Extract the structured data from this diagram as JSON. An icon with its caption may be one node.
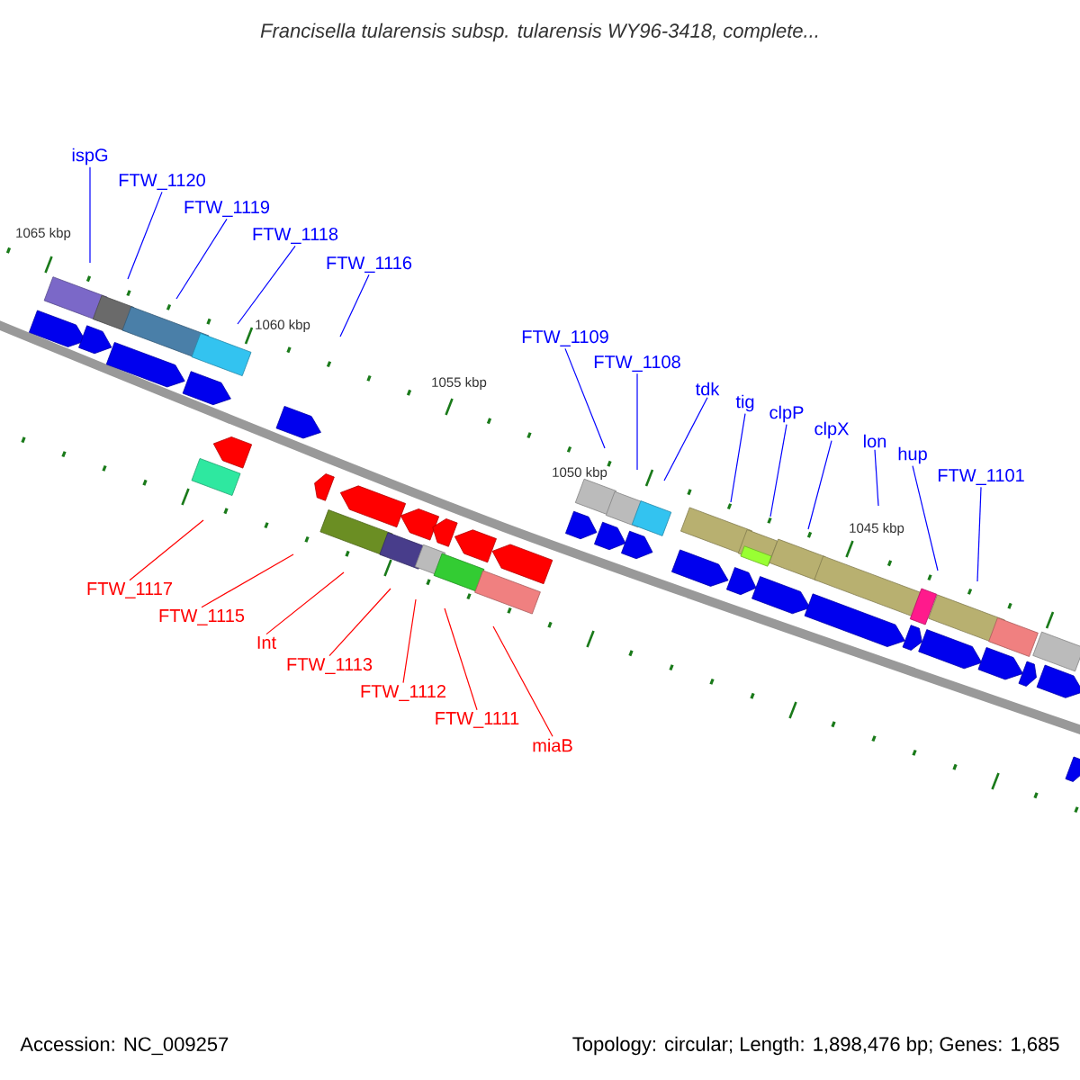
{
  "diagram": {
    "title": "Francisella tularensis subsp. tularensis WY96-3418, complete...",
    "nodes": [
      {
        "text": [
          "ispG"
        ]
      },
      {
        "text": [
          "FTW_1120"
        ]
      },
      {
        "text": [
          "FTW_1119"
        ]
      },
      {
        "text": [
          "FTW_1118"
        ]
      },
      {
        "text": [
          "FTW_1116"
        ]
      },
      {
        "text": [
          "FTW_1109"
        ]
      },
      {
        "text": [
          "FTW_1108"
        ]
      },
      {
        "text": [
          "tdk"
        ]
      },
      {
        "text": [
          "tig"
        ]
      },
      {
        "text": [
          "clpP"
        ]
      },
      {
        "text": [
          "clpX"
        ]
      },
      {
        "text": [
          "lon"
        ]
      },
      {
        "text": [
          "hup"
        ]
      },
      {
        "text": [
          "FTW_1101"
        ]
      },
      {
        "text": [
          "FTW_1117"
        ]
      },
      {
        "text": [
          "FTW_1115"
        ]
      },
      {
        "text": [
          "Int"
        ]
      },
      {
        "text": [
          "FTW_1113"
        ]
      },
      {
        "text": [
          "FTW_1112"
        ]
      },
      {
        "text": [
          "FTW_1111"
        ]
      },
      {
        "text": [
          "miaB"
        ]
      }
    ],
    "edges": [
      {
        "from": 0,
        "to": null,
        "arrow": "none"
      },
      {
        "from": 1,
        "to": null,
        "arrow": "none"
      },
      {
        "from": 2,
        "to": null,
        "arrow": "none"
      },
      {
        "from": 3,
        "to": null,
        "arrow": "none"
      },
      {
        "from": 4,
        "to": null,
        "arrow": "none"
      },
      {
        "from": 5,
        "to": null,
        "arrow": "none"
      },
      {
        "from": 6,
        "to": null,
        "arrow": "none"
      },
      {
        "from": 7,
        "to": null,
        "arrow": "none"
      },
      {
        "from": 8,
        "to": null,
        "arrow": "none"
      },
      {
        "from": 9,
        "to": null,
        "arrow": "none"
      },
      {
        "from": 10,
        "to": null,
        "arrow": "none"
      },
      {
        "from": 11,
        "to": null,
        "arrow": "none"
      },
      {
        "from": 12,
        "to": null,
        "arrow": "none"
      },
      {
        "from": 13,
        "to": null,
        "arrow": "none"
      },
      {
        "from": 14,
        "to": null,
        "arrow": "none",
        "color": "#ff0000"
      },
      {
        "from": 15,
        "to": null,
        "arrow": "none",
        "color": "#ff0000"
      },
      {
        "from": 16,
        "to": null,
        "arrow": "none",
        "color": "#ff0000"
      },
      {
        "from": 17,
        "to": null,
        "arrow": "none",
        "color": "#ff0000"
      },
      {
        "from": 18,
        "to": null,
        "arrow": "none",
        "color": "#ff0000"
      },
      {
        "from": 19,
        "to": null,
        "arrow": "none",
        "color": "#ff0000"
      },
      {
        "from": 20,
        "to": null,
        "arrow": "none",
        "color": "#ff0000"
      }
    ],
    "labels": [
      "1065 kbp",
      "1060 kbp",
      "1055 kbp",
      "1050 kbp",
      "1045 kbp",
      "Accession: NC_009257",
      "Topology: circular; Length: 1,898,476 bp; Genes: 1,685"
    ]
  }
}
